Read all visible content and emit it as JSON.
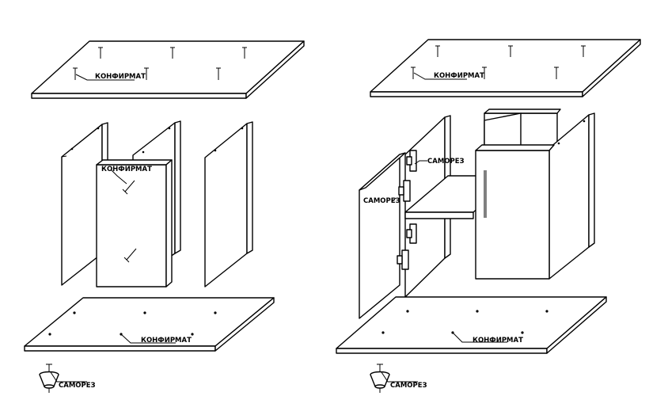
{
  "labels": {
    "konfirmat": "КОНФИРМАТ",
    "samorez": "САМОРЕЗ"
  },
  "figures": [
    {
      "id": "exploded-cabinet-frame"
    },
    {
      "id": "exploded-cabinet-with-doors"
    }
  ]
}
